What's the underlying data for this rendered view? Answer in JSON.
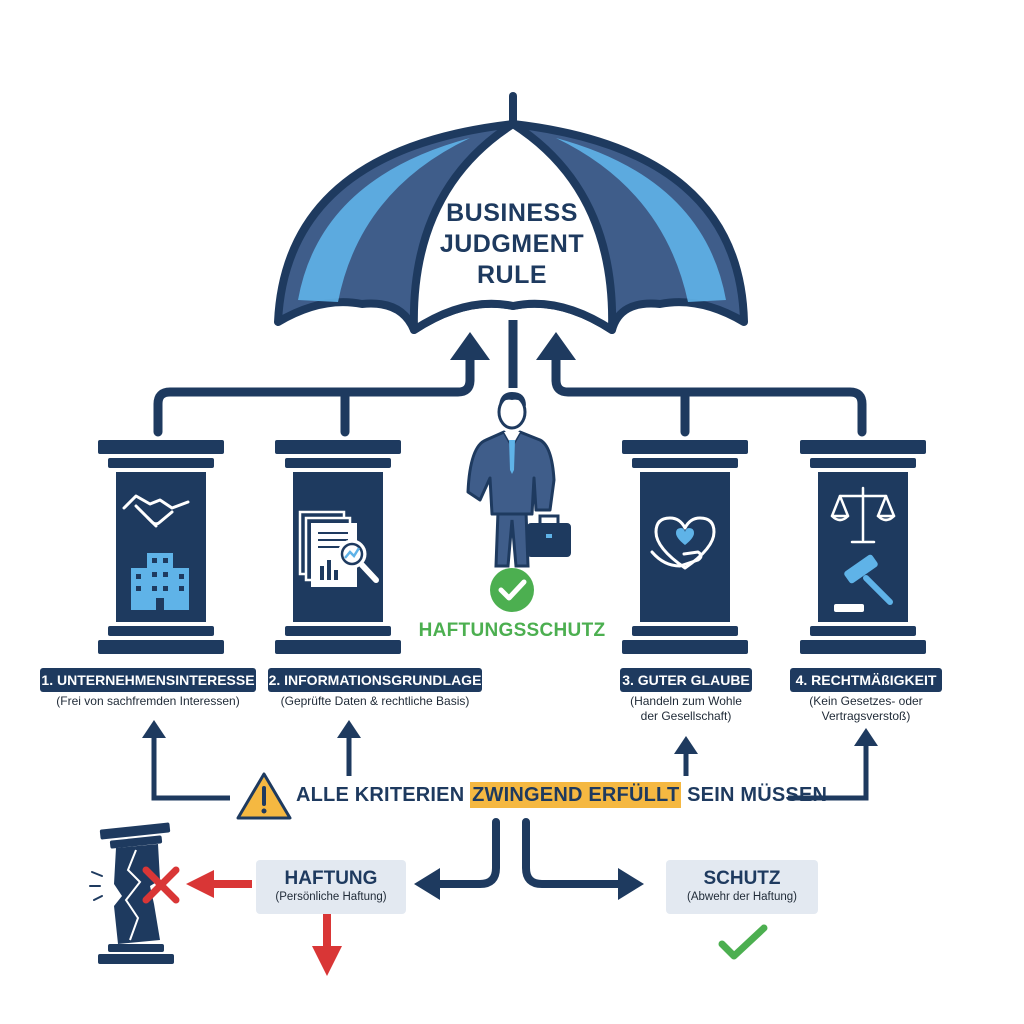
{
  "umbrella": {
    "title_lines": [
      "BUSINESS",
      "JUDGMENT",
      "RULE"
    ]
  },
  "protection_label": "HAFTUNGSSCHUTZ",
  "criteria": [
    {
      "title": "1. UNTERNEHMENSINTERESSE",
      "subtitle": "(Frei von sachfremden Interessen)",
      "icon": "handshake-building-icon"
    },
    {
      "title": "2. INFORMATIONSGRUNDLAGE",
      "subtitle": "(Geprüfte Daten & rechtliche Basis)",
      "icon": "document-magnifier-icon"
    },
    {
      "title": "3. GUTER GLAUBE",
      "subtitle": "(Handeln zum Wohle der Gesellschaft)",
      "subtitle_lines": [
        "(Handeln zum Wohle",
        "der Gesellschaft)"
      ],
      "icon": "heart-hand-icon"
    },
    {
      "title": "4. RECHTMÄßIGKEIT",
      "subtitle": "(Kein Gesetzes- oder Vertragsverstoß)",
      "subtitle_lines": [
        "(Kein Gesetzes- oder",
        "Vertragsverstoß)"
      ],
      "icon": "scales-gavel-icon"
    }
  ],
  "requirement": {
    "prefix": "ALLE KRITERIEN ",
    "highlight": "ZWINGEND ERFÜLLT",
    "suffix": " SEIN MÜSSEN"
  },
  "outcomes": {
    "liability": {
      "title": "HAFTUNG",
      "subtitle": "(Persönliche Haftung)"
    },
    "protection": {
      "title": "SCHUTZ",
      "subtitle": "(Abwehr der Haftung)"
    }
  },
  "colors": {
    "navy": "#1e3a5f",
    "light_blue": "#5fb3e8",
    "green": "#4caf50",
    "red": "#d93636",
    "orange": "#f5b841"
  }
}
